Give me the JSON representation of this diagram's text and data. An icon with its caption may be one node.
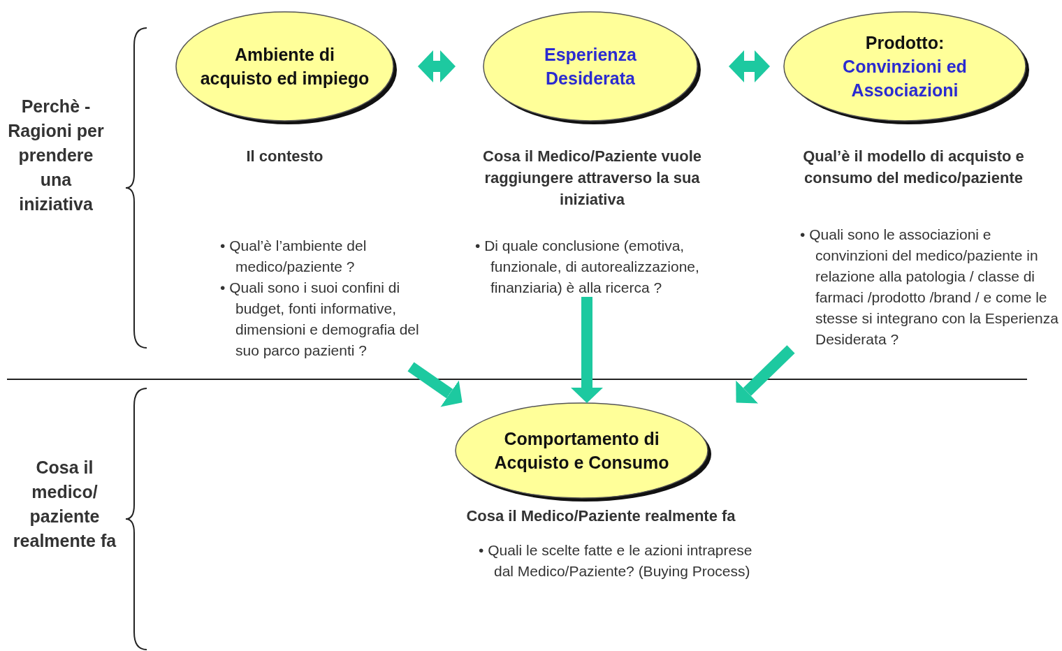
{
  "diagram": {
    "nodes": [
      {
        "text": [
          "Ambiente di acquisto ed impiego"
        ],
        "beside": [
          "Il contesto",
          "• Qual’è l’ambiente del medico/paziente ?",
          "• Quali sono i suoi confini di budget, fonti informative, dimensioni e demografia del suo parco pazienti ?"
        ]
      },
      {
        "text": [
          "Esperienza Desiderata"
        ],
        "beside": [
          "Cosa il Medico/Paziente vuole raggiungere attraverso la sua iniziativa",
          "• Di quale conclusione (emotiva, funzionale, di autorealizzazione, finanziaria) è alla ricerca ?"
        ]
      },
      {
        "text": [
          "Prodotto:",
          "Convinzioni ed Associazioni"
        ],
        "beside": [
          "Qual’è il modello di acquisto e consumo del medico/paziente",
          "• Quali sono le associazioni e convinzioni del medico/paziente in relazione alla patologia / classe di farmaci /prodotto /brand / e come le stesse si integrano con la Esperienza Desiderata ?"
        ]
      },
      {
        "text": [
          "Comportamento di Acquisto e Consumo"
        ],
        "beside": [
          "Cosa il Medico/Paziente realmente fa",
          "• Quali le scelte fatte e le azioni intraprese dal Medico/Paziente? (Buying Process)"
        ]
      }
    ],
    "edges": [
      {
        "from": 0,
        "to": 1,
        "arrow": "both"
      },
      {
        "from": 1,
        "to": 2,
        "arrow": "both"
      },
      {
        "from": 0,
        "to": 3,
        "arrow": "to"
      },
      {
        "from": 1,
        "to": 3,
        "arrow": "to"
      },
      {
        "from": 2,
        "to": 3,
        "arrow": "to"
      }
    ],
    "labels": [
      "Perchè - Ragioni per prendere una iniziativa",
      "Cosa il medico/ paziente realmente fa"
    ]
  }
}
